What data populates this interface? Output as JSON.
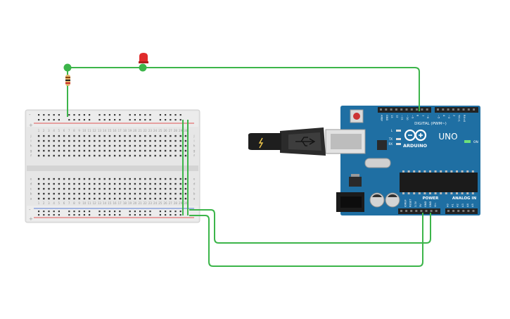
{
  "arduino": {
    "brand_text": "ARDUINO",
    "model_text": "UNO",
    "digital_header_label": "DIGITAL (PWM~)",
    "power_label": "POWER",
    "analog_label": "ANALOG IN",
    "on_label": "ON",
    "led_labels": [
      "L",
      "TX",
      "RX"
    ],
    "digital_pin_labels": [
      "AREF",
      "GND",
      "13",
      "12",
      "~11",
      "~10",
      "~9",
      "8",
      "7",
      "~6",
      "~5",
      "4",
      "~3",
      "2",
      "TX>1",
      "RX<0"
    ],
    "power_pin_labels": [
      "IOREF",
      "RESET",
      "3.3V",
      "5V",
      "GND",
      "GND",
      "Vin"
    ],
    "analog_pin_labels": [
      "A0",
      "A1",
      "A2",
      "A3",
      "A4",
      "A5"
    ]
  },
  "breadboard": {
    "row_letters_top": [
      "j",
      "i",
      "h",
      "g",
      "f"
    ],
    "row_letters_bottom": [
      "e",
      "d",
      "c",
      "b",
      "a"
    ],
    "column_numbers": [
      "1",
      "2",
      "3",
      "4",
      "5",
      "6",
      "7",
      "8",
      "9",
      "10",
      "11",
      "12",
      "13",
      "14",
      "15",
      "16",
      "17",
      "18",
      "19",
      "20",
      "21",
      "22",
      "23",
      "24",
      "25",
      "26",
      "27",
      "28",
      "29",
      "30"
    ],
    "rail_plus": "+",
    "rail_minus": "-"
  },
  "colors": {
    "board_blue": "#1f6fa3",
    "wire_green": "#3cb54a",
    "breadboard_body": "#e8e8e8",
    "led_red": "#e02b2b"
  }
}
